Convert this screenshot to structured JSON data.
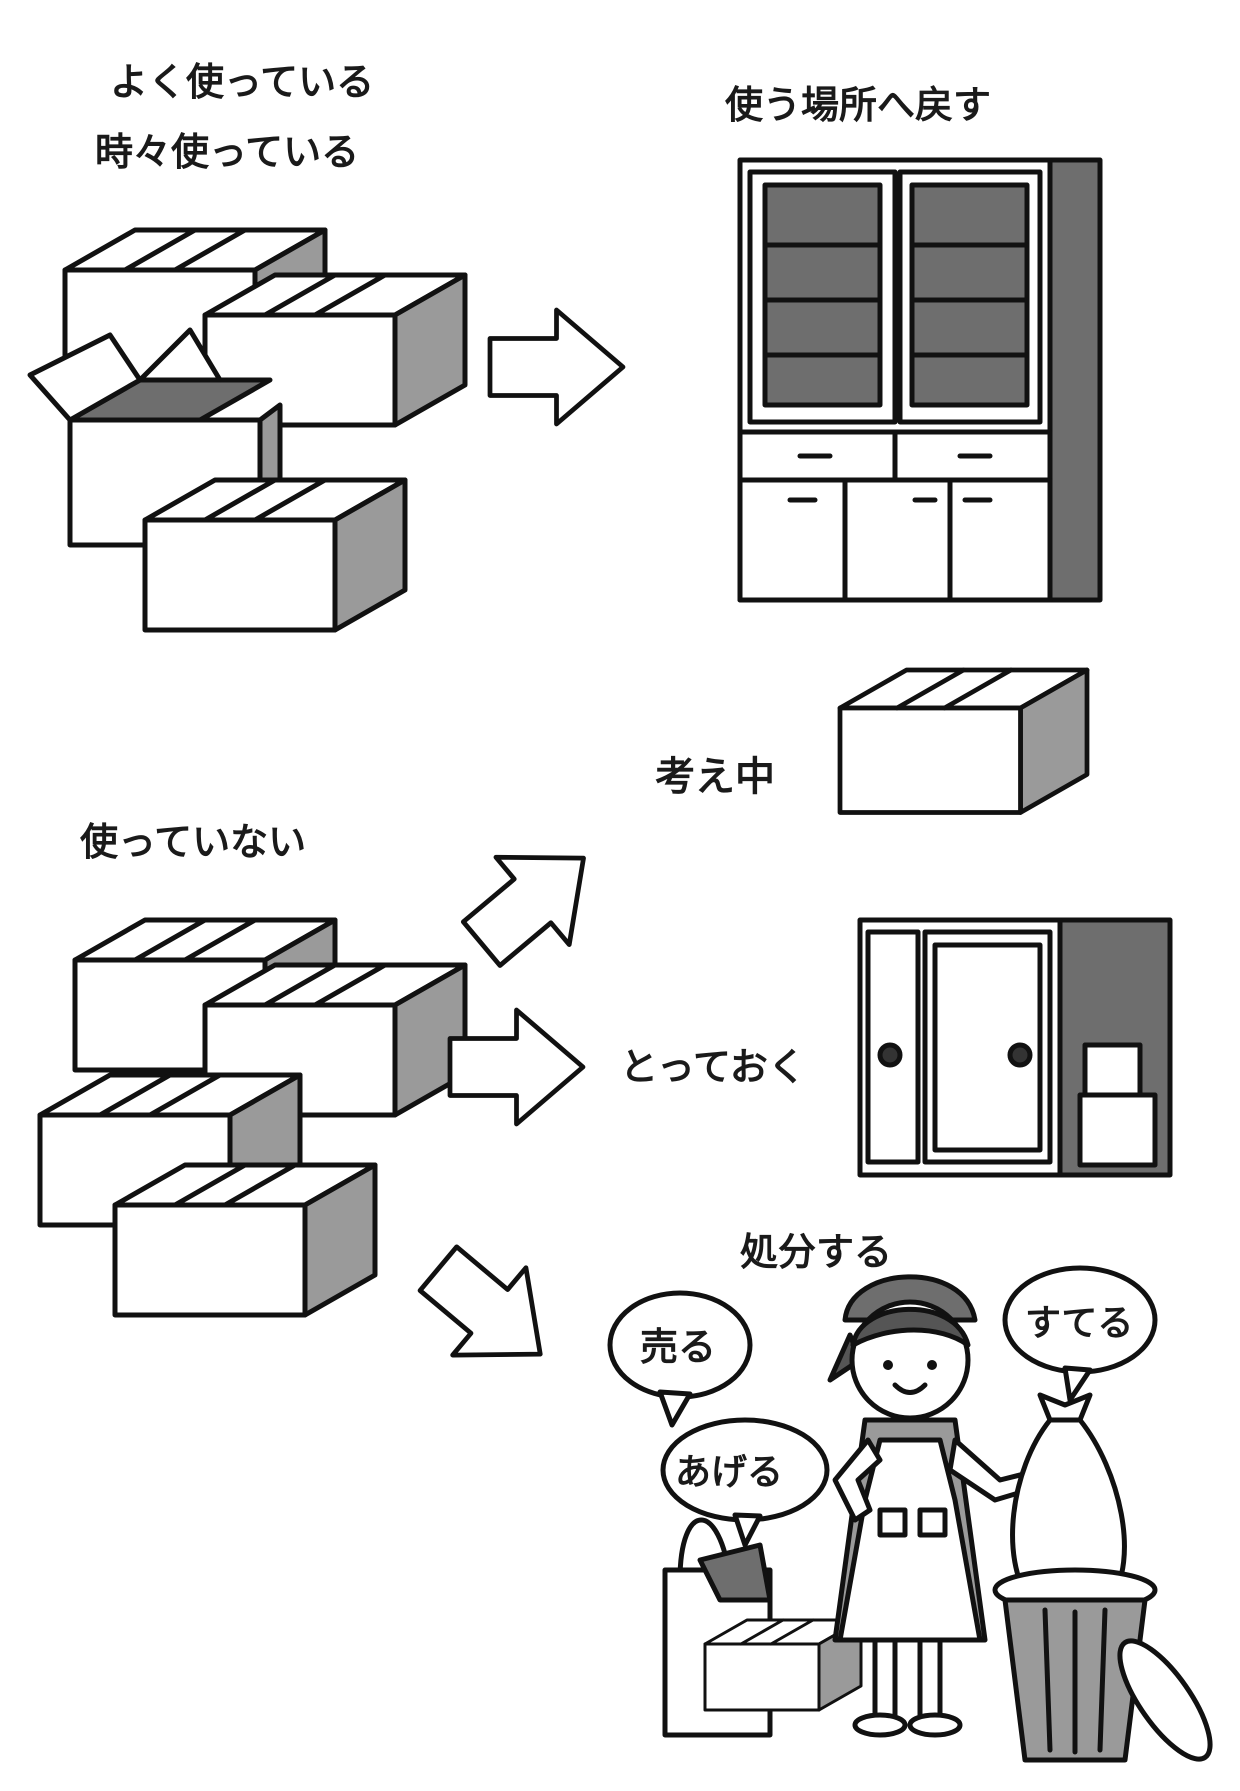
{
  "labels": {
    "frequently_used": "よく使っている",
    "sometimes_used": "時々使っている",
    "return_to_place": "使う場所へ戻す",
    "not_used": "使っていない",
    "thinking": "考え中",
    "keep": "とっておく",
    "dispose": "処分する",
    "sell": "売る",
    "give_away": "あげる",
    "throw_away": "すてる"
  },
  "colors": {
    "ink": "#111111",
    "shade": "#9a9a9a",
    "dark_shade": "#6e6e6e",
    "paper": "#ffffff"
  }
}
